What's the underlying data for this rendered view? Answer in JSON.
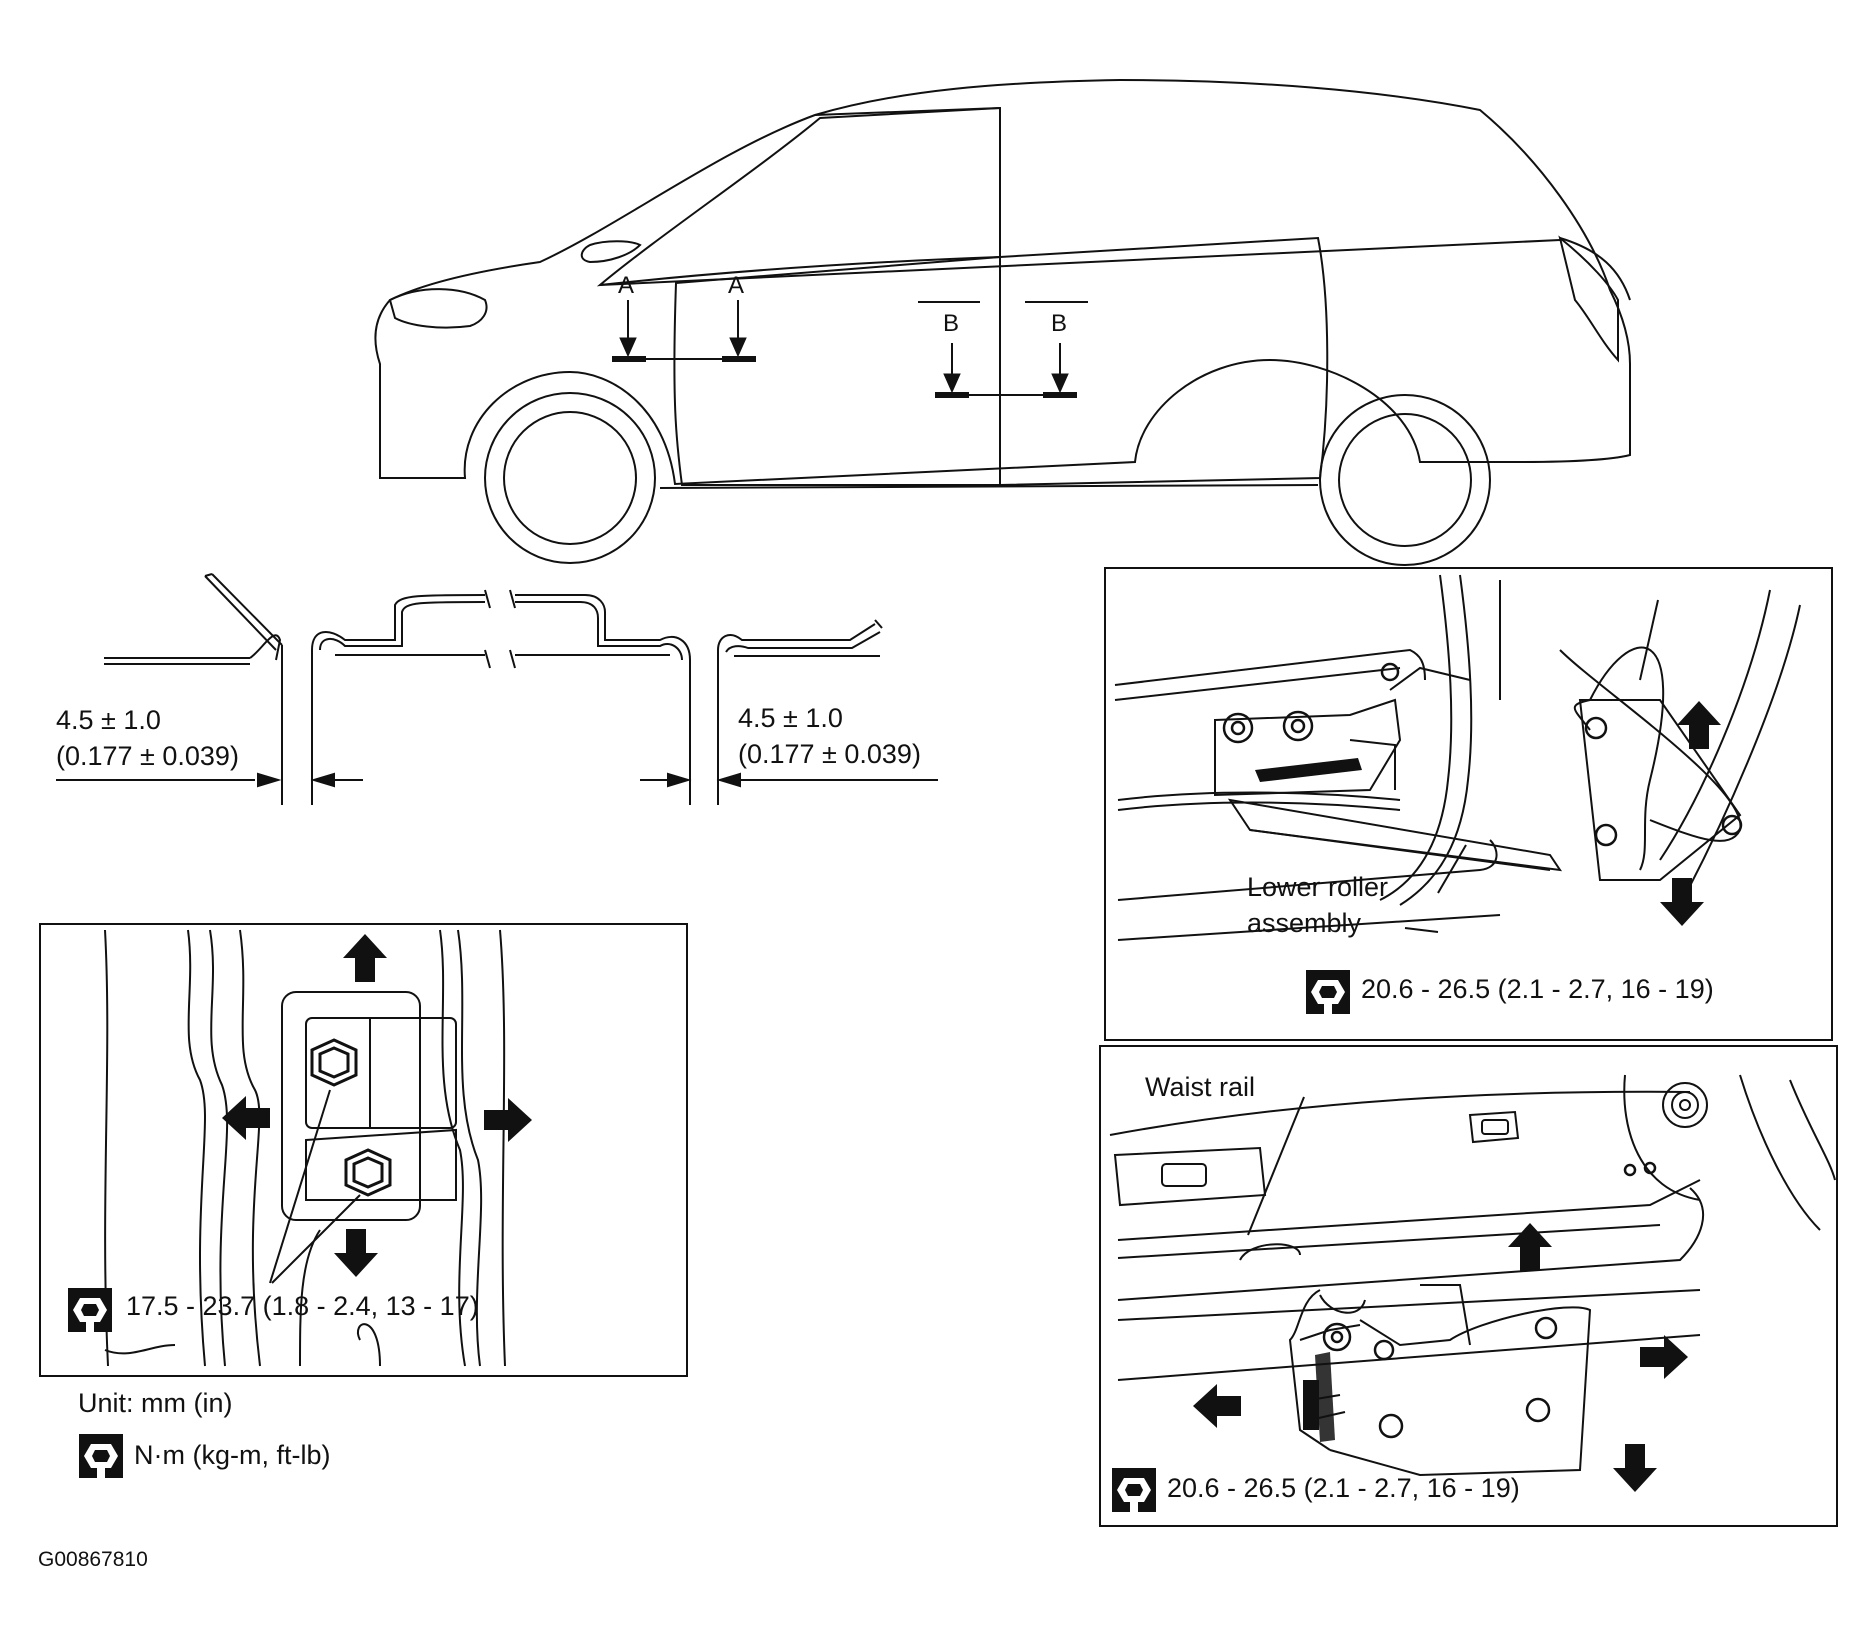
{
  "section_marks": {
    "a_left": "A",
    "a_right": "A",
    "b_left": "B",
    "b_right": "B"
  },
  "gap_spec": {
    "left_mm": "4.5 ± 1.0",
    "left_in": "(0.177 ± 0.039)",
    "right_mm": "4.5 ± 1.0",
    "right_in": "(0.177 ± 0.039)"
  },
  "panels": {
    "front_hinge": {
      "torque": "17.5 - 23.7 (1.8 - 2.4, 13 - 17)",
      "torque_icon": "torque-wrench-icon"
    },
    "lower_roller": {
      "callout": "Lower roller\nassembly",
      "callout_line1": "Lower roller",
      "callout_line2": "assembly",
      "torque": "20.6 - 26.5 (2.1 - 2.7, 16 - 19)",
      "torque_icon": "torque-wrench-icon"
    },
    "center_roller": {
      "callout": "Waist rail",
      "torque": "20.6 - 26.5 (2.1 - 2.7, 16 - 19)",
      "torque_icon": "torque-wrench-icon"
    }
  },
  "legend": {
    "unit": "Unit: mm (in)",
    "torque_unit": "N·m (kg-m, ft-lb)",
    "torque_icon": "torque-wrench-icon"
  },
  "figure_code": "G00867810",
  "colors": {
    "ink": "#111111",
    "background": "#ffffff"
  }
}
